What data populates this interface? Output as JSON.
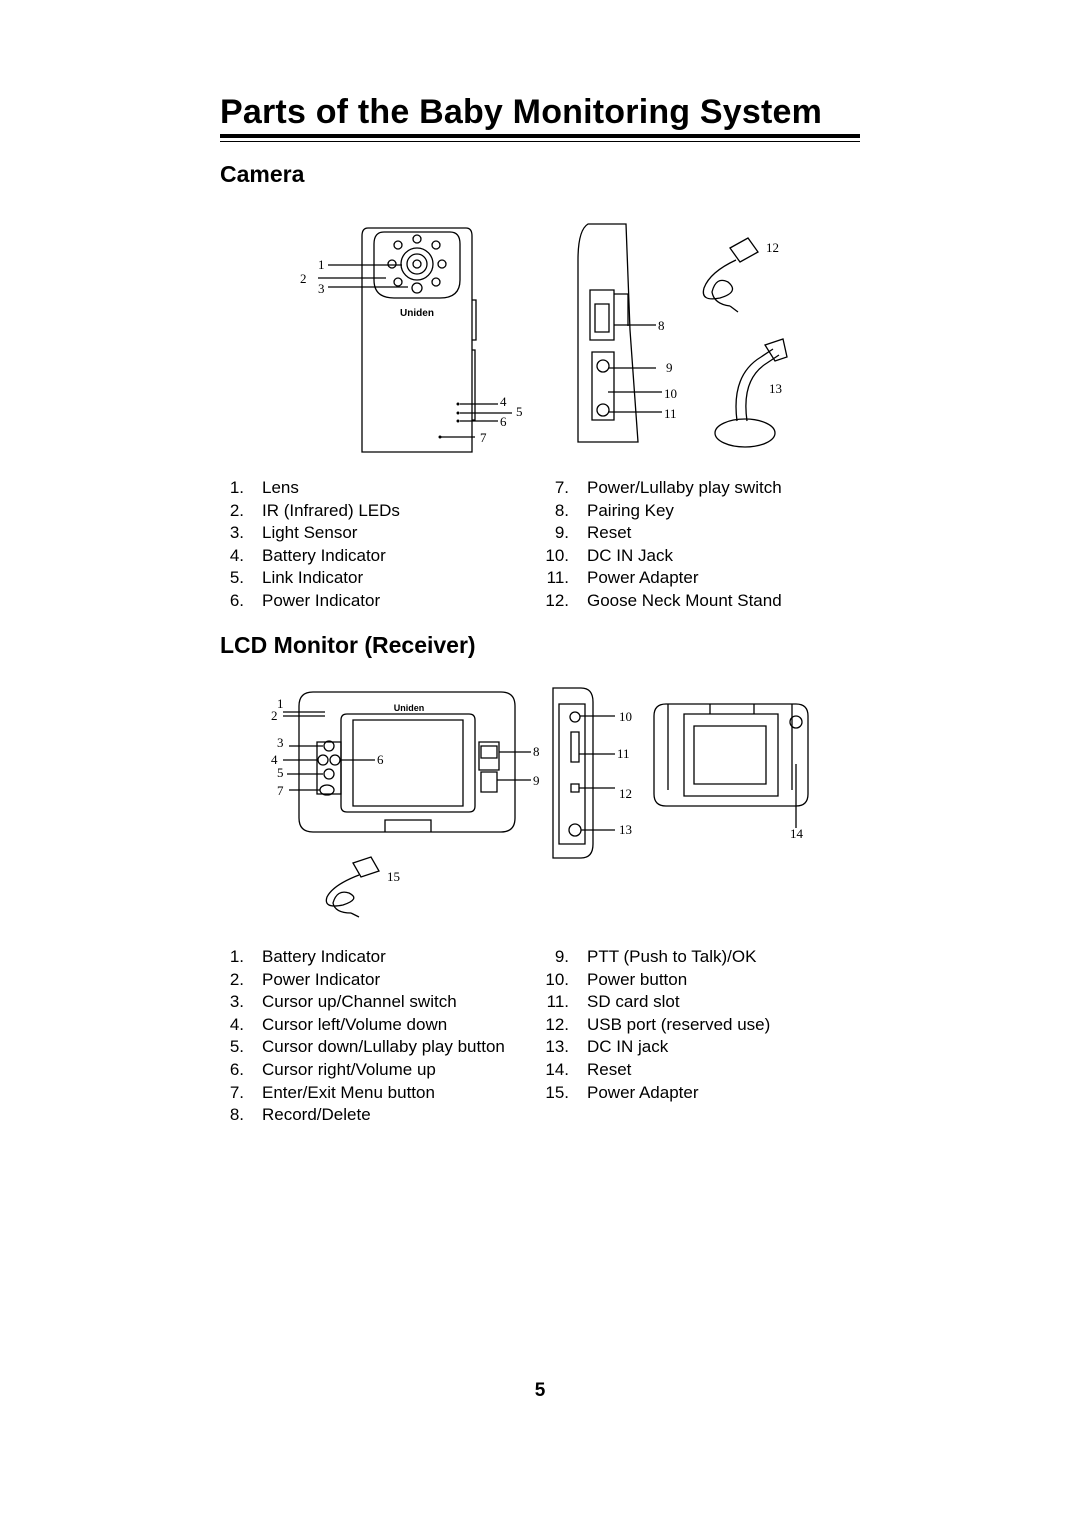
{
  "page": {
    "title": "Parts of the Baby Monitoring System",
    "page_number": "5"
  },
  "camera": {
    "heading": "Camera",
    "brand_logo": "Uniden",
    "front_callouts": [
      "1",
      "2",
      "3",
      "4",
      "5",
      "6",
      "7"
    ],
    "side_callouts": [
      "8",
      "9",
      "10",
      "11"
    ],
    "adapter_callout": "12",
    "stand_callout": "13",
    "parts_left": [
      {
        "num": "1.",
        "label": "Lens"
      },
      {
        "num": "2.",
        "label": "IR (Infrared) LEDs"
      },
      {
        "num": "3.",
        "label": "Light Sensor"
      },
      {
        "num": "4.",
        "label": "Battery Indicator"
      },
      {
        "num": "5.",
        "label": "Link Indicator"
      },
      {
        "num": "6.",
        "label": "Power Indicator"
      }
    ],
    "parts_right": [
      {
        "num": "7.",
        "label": "Power/Lullaby play switch"
      },
      {
        "num": "8.",
        "label": "Pairing Key"
      },
      {
        "num": "9.",
        "label": "Reset"
      },
      {
        "num": "10.",
        "label": "DC IN Jack"
      },
      {
        "num": "11.",
        "label": "Power Adapter"
      },
      {
        "num": "12.",
        "label": "Goose Neck Mount Stand"
      }
    ]
  },
  "lcd": {
    "heading": "LCD Monitor (Receiver)",
    "brand_logo": "Uniden",
    "front_callouts": [
      "1",
      "2",
      "3",
      "4",
      "5",
      "6",
      "7",
      "8",
      "9"
    ],
    "side_callouts": [
      "10",
      "11",
      "12",
      "13"
    ],
    "back_callout": "14",
    "adapter_callout": "15",
    "parts_left": [
      {
        "num": "1.",
        "label": "Battery Indicator"
      },
      {
        "num": "2.",
        "label": "Power Indicator"
      },
      {
        "num": "3.",
        "label": "Cursor up/Channel switch"
      },
      {
        "num": "4.",
        "label": "Cursor left/Volume down"
      },
      {
        "num": "5.",
        "label": "Cursor down/Lullaby play button"
      },
      {
        "num": "6.",
        "label": "Cursor right/Volume up"
      },
      {
        "num": "7.",
        "label": "Enter/Exit Menu button"
      },
      {
        "num": "8.",
        "label": "Record/Delete"
      }
    ],
    "parts_right": [
      {
        "num": "9.",
        "label": "PTT (Push to Talk)/OK"
      },
      {
        "num": "10.",
        "label": "Power button"
      },
      {
        "num": "11.",
        "label": "SD card slot"
      },
      {
        "num": "12.",
        "label": "USB port (reserved use)"
      },
      {
        "num": "13.",
        "label": "DC IN jack"
      },
      {
        "num": "14.",
        "label": "Reset"
      },
      {
        "num": "15.",
        "label": "Power Adapter"
      }
    ]
  }
}
